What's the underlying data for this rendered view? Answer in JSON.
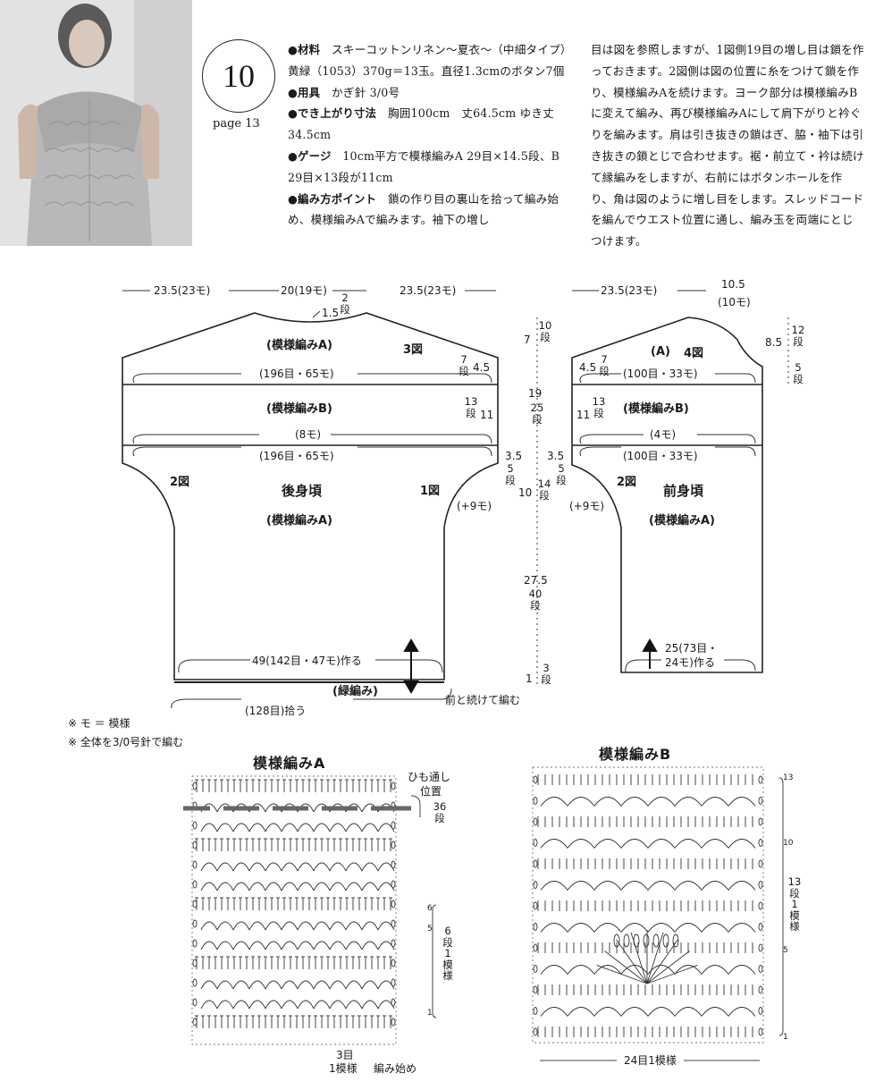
{
  "header": {
    "pattern_number": "10",
    "page_ref": "page 13",
    "col1": [
      {
        "head": "●材料",
        "text": "　スキーコットンリネン～夏衣～（中細タイプ）黄緑（1053）370g＝13玉。直径1.3cmのボタン7個"
      },
      {
        "head": "●用具",
        "text": "　かぎ針 3/0号"
      },
      {
        "head": "●でき上がり寸法",
        "text": "　胸囲100cm　丈64.5cm ゆき丈34.5cm"
      },
      {
        "head": "●ゲージ",
        "text": "　10cm平方で模様編みA 29目×14.5段、B 29目×13段が11cm"
      },
      {
        "head": "●編み方ポイント",
        "text": "　鎖の作り目の裏山を拾って編み始め、模様編みAで編みます。袖下の増し"
      }
    ],
    "col2": "目は図を参照しますが、1図側19目の増し目は鎖を作っておきます。2図側は図の位置に糸をつけて鎖を作り、模様編みAを続けます。ヨーク部分は模様編みBに変えて編み、再び模様編みAにして肩下がりと衿ぐりを編みます。肩は引き抜きの鎖はぎ、脇・袖下は引き抜きの鎖とじで合わせます。裾・前立て・衿は続けて縁編みをしますが、右前にはボタンホールを作り、角は図のように増し目をします。スレッドコードを編んでウエスト位置に通し、編み玉を両端にとじつけます。"
  },
  "back": {
    "dim_left": "23.5(23モ)",
    "dim_center": "20(19モ)",
    "dim_right": "23.5(23モ)",
    "neck_rows": "2段",
    "neck_depth": "1.5",
    "fig3": "3図",
    "pattern_a_top": "(模様編みA)",
    "stitches_top": "(196目・65モ)",
    "shoulder_rows": "7段",
    "shoulder_cm": "4.5",
    "pattern_b": "(模様編みB)",
    "b_rows": "13段",
    "b_cm": "11",
    "b_motifs": "(8モ)",
    "stitches_mid": "(196目・65モ)",
    "fig2": "2図",
    "fig1": "1図",
    "name": "後身頃",
    "pattern_a_body": "(模様編みA)",
    "curve_cm": "3.5",
    "curve_rows": "5段",
    "plus_motifs": "(+9モ)",
    "cast_on": "49(142目・47モ)作る",
    "edging": "(緑編み)",
    "picked": "(128目)拾う",
    "continue_front": "前と続けて編む"
  },
  "center_dims": {
    "seg1_cm": "7",
    "seg1_rows": "10段",
    "seg2_cm": "19",
    "seg2_rows": "25段",
    "seg3_cm": "10",
    "seg3_rows": "14段",
    "seg4_cm": "27.5",
    "seg4_rows": "40段",
    "seg5_cm": "1",
    "seg5_rows": "3段"
  },
  "front": {
    "dim_left": "23.5(23モ)",
    "dim_right_cm": "10.5",
    "dim_right_motif": "(10モ)",
    "neck_cm": "8.5",
    "neck_rows1": "12段",
    "neck_rows2": "5段",
    "a_label": "(A)",
    "fig4": "4図",
    "shoulder_cm": "4.5",
    "shoulder_rows": "7段",
    "stitches_top": "(100目・33モ)",
    "b_cm": "11",
    "b_rows": "13段",
    "pattern_b": "(模様編みB)",
    "b_motifs": "(4モ)",
    "curve_cm": "3.5",
    "curve_rows": "5段",
    "stitches_mid": "(100目・33モ)",
    "fig2": "2図",
    "name": "前身頃",
    "pattern_a_body": "(模様編みA)",
    "plus_motifs": "(+9モ)",
    "cast_on_1": "25(73目・",
    "cast_on_2": "24モ)作る"
  },
  "notes": [
    "※ モ ＝ 模様",
    "※ 全体を3/0号針で編む"
  ],
  "chart_a": {
    "title": "模様編みA",
    "cord_1": "ひも通し",
    "cord_2": "位置",
    "cord_rows": "36段",
    "repeat_rows": "6段1模様",
    "row_6": "6",
    "row_5": "5",
    "row_1": "1",
    "st_1": "3目",
    "st_2": "1模様",
    "start": "編み始め"
  },
  "chart_b": {
    "title": "模様編みB",
    "row_13": "13",
    "row_10": "10",
    "row_5": "5",
    "row_1": "1",
    "repeat_rows": "13段1模様",
    "st_repeat": "24目1模様"
  }
}
